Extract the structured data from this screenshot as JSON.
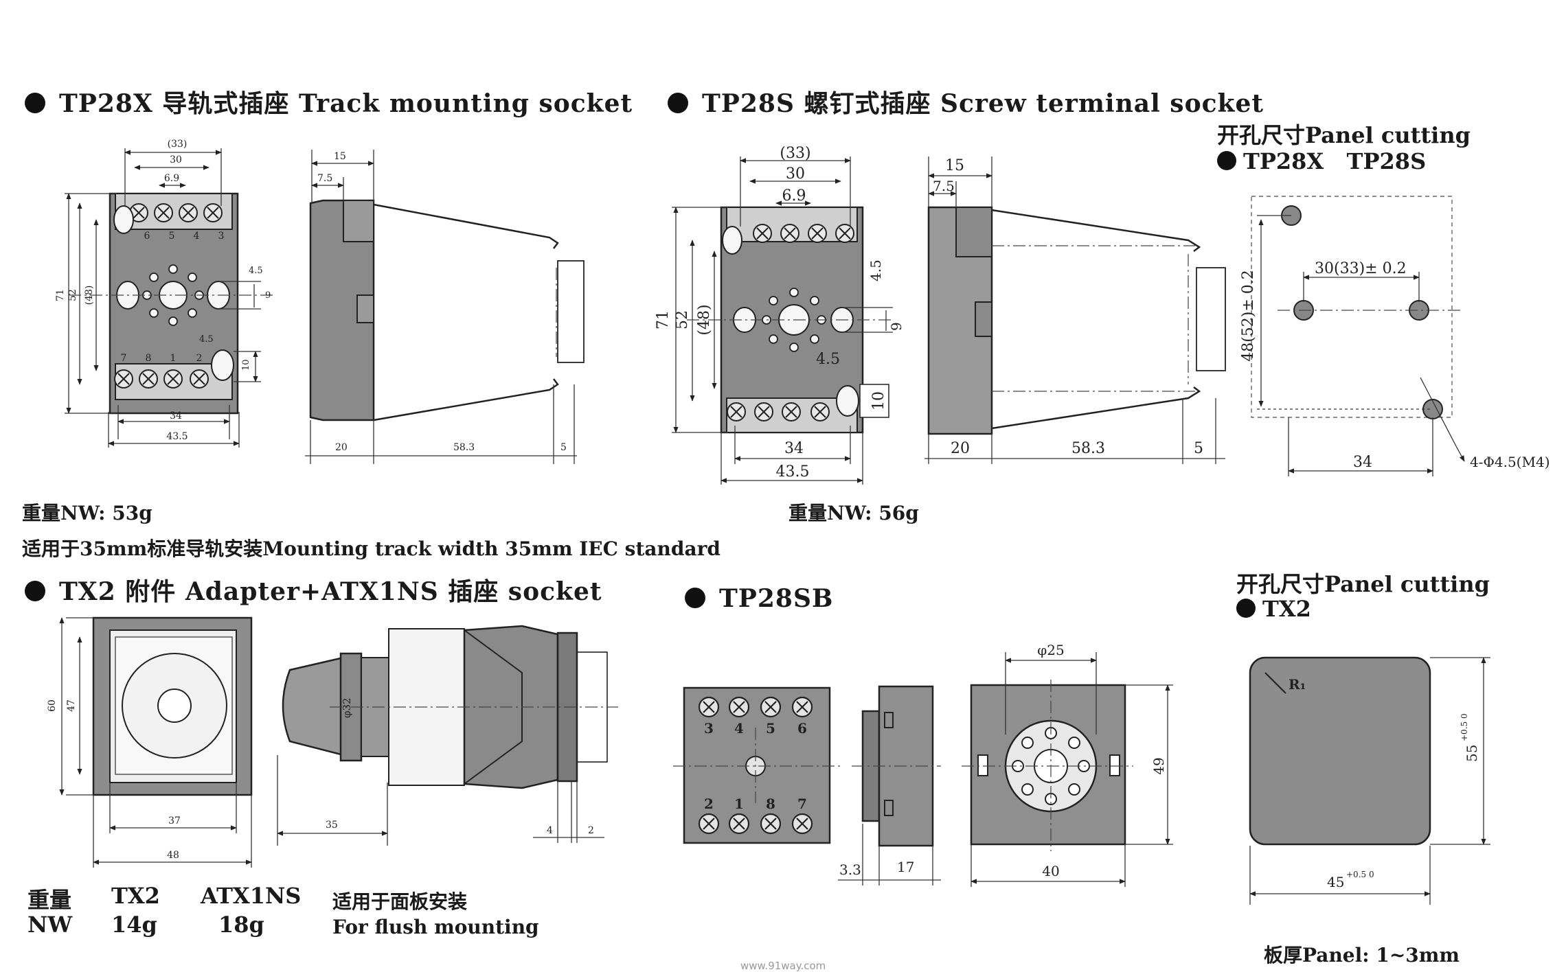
{
  "headers": {
    "tp28x": "TP28X 导轨式插座 Track mounting socket",
    "tp28s": "TP28S 螺钉式插座 Screw terminal socket",
    "tx2": "TX2 附件 Adapter+ATX1NS 插座 socket",
    "tp28sb": "TP28SB"
  },
  "panel_cut_top": {
    "title": "开孔尺寸Panel cutting",
    "models": "TP28X   TP28S"
  },
  "panel_cut_bottom": {
    "title": "开孔尺寸Panel cutting",
    "model": "TX2",
    "thickness": "板厚Panel: 1~3mm"
  },
  "weights": {
    "tp28x": "重量NW: 53g",
    "tp28s": "重量NW: 56g",
    "track_note": "适用于35mm标准导轨安装Mounting track width 35mm IEC standard"
  },
  "tx2_table": {
    "row1": [
      "重量",
      "TX2",
      "ATX1NS"
    ],
    "row2": [
      "NW",
      "14g",
      "18g"
    ],
    "flush_cn": "适用于面板安装",
    "flush_en": "For flush mounting"
  },
  "dims": {
    "tp28x_front": {
      "w33": "(33)",
      "w30": "30",
      "w69": "6.9",
      "h71": "71",
      "h52": "52",
      "h48": "(48)",
      "d45a": "4.5",
      "d9": "9",
      "d45b": "4.5",
      "d10": "10",
      "w34": "34",
      "w435": "43.5",
      "t": [
        "6",
        "5",
        "4",
        "3",
        "7",
        "8",
        "1",
        "2"
      ]
    },
    "tp28x_side": {
      "d15": "15",
      "d75": "7.5",
      "d20": "20",
      "d583": "58.3",
      "d5": "5"
    },
    "tp28s_front": {
      "w33": "(33)",
      "w30": "30",
      "w69": "6.9",
      "h71": "71",
      "h52": "52",
      "h48": "(48)",
      "d45a": "4.5",
      "d9": "9",
      "d45b": "4.5",
      "d10": "10",
      "w34": "34",
      "w435": "43.5"
    },
    "tp28s_side": {
      "d15": "15",
      "d75": "7.5",
      "d20": "20",
      "d583": "58.3",
      "d5": "5"
    },
    "cut_top": {
      "d30": "30(33)± 0.2",
      "d48": "48(52)± 0.2",
      "d34": "34",
      "holes": "4-Φ4.5(M4)"
    },
    "tx2_front": {
      "d60": "60",
      "d47": "47",
      "d37": "37",
      "d48": "48"
    },
    "tx2_side": {
      "d32": "φ32",
      "d35": "35",
      "d4": "4",
      "d2": "2"
    },
    "tp28sb": {
      "t": [
        "3",
        "4",
        "5",
        "6",
        "2",
        "1",
        "8",
        "7"
      ],
      "d33": "3.3",
      "d17": "17",
      "d25": "φ25",
      "d49": "49",
      "d40": "40"
    },
    "cut_tx2": {
      "r": "R₁",
      "d55": "55",
      "d55tol": "+0.5\n0",
      "d45": "45",
      "d45tol": "+0.5 0"
    }
  },
  "watermark": "www.91way.com"
}
